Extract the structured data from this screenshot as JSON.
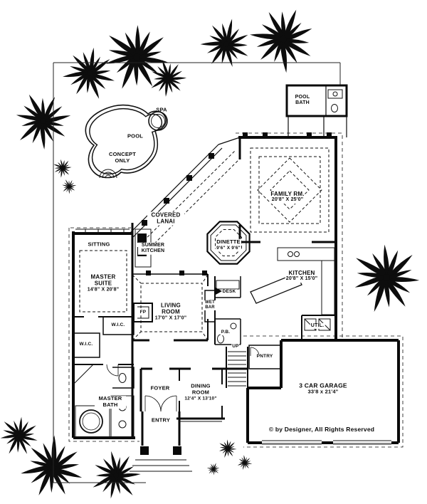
{
  "meta": {
    "copyright": "© by Designer, All Rights Reserved"
  },
  "outdoor": {
    "spa": "SPA",
    "pool": "POOL",
    "concept_note": "CONCEPT ONLY",
    "covered_lanai": "COVERED LANAI"
  },
  "rooms": {
    "pool_bath": {
      "name": "POOL BATH"
    },
    "family_room": {
      "name": "FAMILY RM.",
      "dims": "20'8\" X 25'0\""
    },
    "dinette": {
      "name": "DINETTE",
      "dims": "9'6\" X 9'6\""
    },
    "sitting": {
      "name": "SITTING"
    },
    "summer_kitchen": {
      "name": "SUMMER KITCHEN"
    },
    "master_suite": {
      "name": "MASTER SUITE",
      "dims": "14'8\" X 20'8\""
    },
    "kitchen": {
      "name": "KITCHEN",
      "dims": "20'8\" X 15'0\""
    },
    "living_room": {
      "name": "LIVING ROOM",
      "dims": "17'0\" X 17'0\""
    },
    "wet_bar": {
      "name": "WET BAR"
    },
    "desk": {
      "name": "DESK"
    },
    "fireplace": {
      "name": "FP"
    },
    "wic_1": {
      "name": "W.I.C."
    },
    "wic_2": {
      "name": "W.I.C."
    },
    "powder_bath": {
      "name": "P.B."
    },
    "stairs": {
      "name": "UP"
    },
    "pantry": {
      "name": "PNTRY"
    },
    "utility": {
      "name": "UTIL."
    },
    "foyer": {
      "name": "FOYER"
    },
    "dining_room": {
      "name": "DINING ROOM",
      "dims": "12'4\" X 13'10\""
    },
    "master_bath": {
      "name": "MASTER BATH"
    },
    "entry": {
      "name": "ENTRY"
    },
    "garage": {
      "name": "3 CAR GARAGE",
      "dims": "33'8 x 21'4\""
    }
  }
}
